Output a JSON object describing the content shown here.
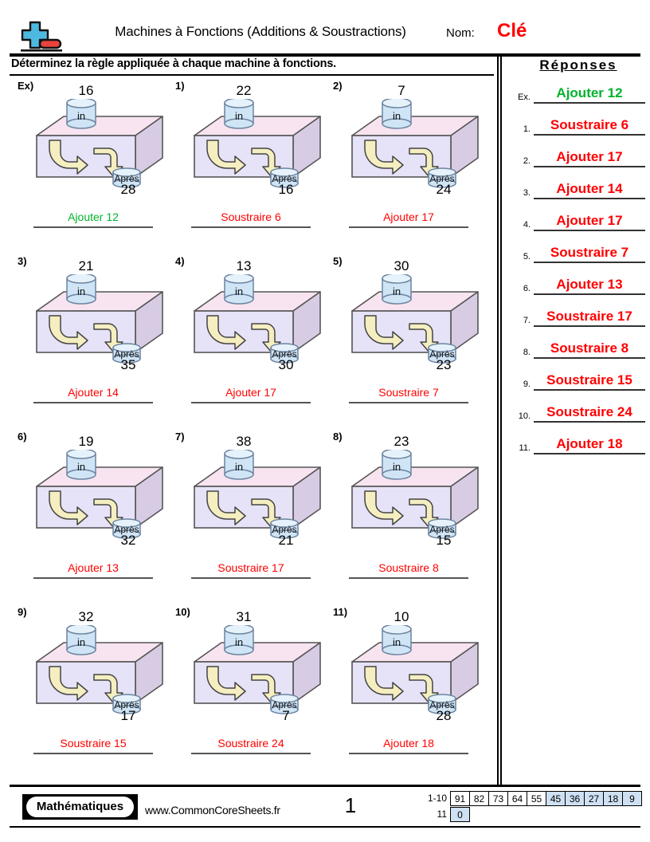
{
  "header": {
    "title": "Machines à Fonctions (Additions & Soustractions)",
    "name_label": "Nom:",
    "name_value": "Clé",
    "logo_icon": "plus-minus-icon",
    "instruction": "Déterminez la règle appliquée à chaque machine à fonctions."
  },
  "colors": {
    "example_answer": "#00b32c",
    "answer_red": "#ff0000",
    "machine_front": "#e6e2f7",
    "machine_top": "#f7e4f0",
    "machine_side": "#d8cce4",
    "cylinder": "#cfe4f5",
    "arrow": "#f5eec0"
  },
  "machine_labels": {
    "in": "in",
    "out": "Après"
  },
  "problems": [
    {
      "num": "Ex)",
      "in": "16",
      "out": "28",
      "answer": "Ajouter 12",
      "is_example": true
    },
    {
      "num": "1)",
      "in": "22",
      "out": "16",
      "answer": "Soustraire 6",
      "is_example": false
    },
    {
      "num": "2)",
      "in": "7",
      "out": "24",
      "answer": "Ajouter 17",
      "is_example": false
    },
    {
      "num": "3)",
      "in": "21",
      "out": "35",
      "answer": "Ajouter 14",
      "is_example": false
    },
    {
      "num": "4)",
      "in": "13",
      "out": "30",
      "answer": "Ajouter 17",
      "is_example": false
    },
    {
      "num": "5)",
      "in": "30",
      "out": "23",
      "answer": "Soustraire 7",
      "is_example": false
    },
    {
      "num": "6)",
      "in": "19",
      "out": "32",
      "answer": "Ajouter 13",
      "is_example": false
    },
    {
      "num": "7)",
      "in": "38",
      "out": "21",
      "answer": "Soustraire 17",
      "is_example": false
    },
    {
      "num": "8)",
      "in": "23",
      "out": "15",
      "answer": "Soustraire 8",
      "is_example": false
    },
    {
      "num": "9)",
      "in": "32",
      "out": "17",
      "answer": "Soustraire 15",
      "is_example": false
    },
    {
      "num": "10)",
      "in": "31",
      "out": "7",
      "answer": "Soustraire 24",
      "is_example": false
    },
    {
      "num": "11)",
      "in": "10",
      "out": "28",
      "answer": "Ajouter 18",
      "is_example": false
    }
  ],
  "answer_key": {
    "title": "Réponses",
    "rows": [
      {
        "num": "Ex.",
        "answer": "Ajouter 12",
        "is_example": true
      },
      {
        "num": "1.",
        "answer": "Soustraire 6",
        "is_example": false
      },
      {
        "num": "2.",
        "answer": "Ajouter 17",
        "is_example": false
      },
      {
        "num": "3.",
        "answer": "Ajouter 14",
        "is_example": false
      },
      {
        "num": "4.",
        "answer": "Ajouter 17",
        "is_example": false
      },
      {
        "num": "5.",
        "answer": "Soustraire 7",
        "is_example": false
      },
      {
        "num": "6.",
        "answer": "Ajouter 13",
        "is_example": false
      },
      {
        "num": "7.",
        "answer": "Soustraire 17",
        "is_example": false
      },
      {
        "num": "8.",
        "answer": "Soustraire 8",
        "is_example": false
      },
      {
        "num": "9.",
        "answer": "Soustraire 15",
        "is_example": false
      },
      {
        "num": "10.",
        "answer": "Soustraire 24",
        "is_example": false
      },
      {
        "num": "11.",
        "answer": "Ajouter 18",
        "is_example": false
      }
    ]
  },
  "footer": {
    "badge": "Mathématiques",
    "website": "www.CommonCoreSheets.fr",
    "page_number": "1",
    "score_rows": [
      {
        "label": "1-10",
        "cells": [
          {
            "value": "91",
            "highlighted": false
          },
          {
            "value": "82",
            "highlighted": false
          },
          {
            "value": "73",
            "highlighted": false
          },
          {
            "value": "64",
            "highlighted": false
          },
          {
            "value": "55",
            "highlighted": false
          },
          {
            "value": "45",
            "highlighted": true
          },
          {
            "value": "36",
            "highlighted": true
          },
          {
            "value": "27",
            "highlighted": true
          },
          {
            "value": "18",
            "highlighted": true
          },
          {
            "value": "9",
            "highlighted": true
          }
        ]
      },
      {
        "label": "11",
        "cells": [
          {
            "value": "0",
            "highlighted": true
          }
        ]
      }
    ]
  }
}
